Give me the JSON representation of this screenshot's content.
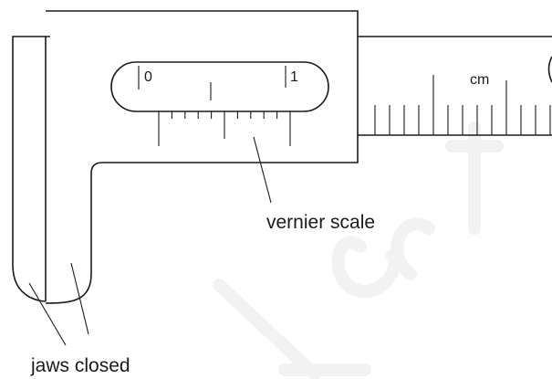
{
  "diagram": {
    "title": "",
    "labels": {
      "vernier_zero": "0",
      "vernier_one": "1",
      "main_unit": "cm",
      "vernier_scale": "vernier scale",
      "jaws_closed": "jaws closed"
    },
    "watermark": "Lect",
    "colors": {
      "line": "#1a1a1a",
      "background": "#ffffff",
      "watermark": "#f2f2f2"
    },
    "main_scale": {
      "unit": "cm",
      "divisions_per_cm": 10
    },
    "vernier": {
      "divisions": 10,
      "span_main_divisions": 9
    },
    "state": "jaws closed"
  }
}
